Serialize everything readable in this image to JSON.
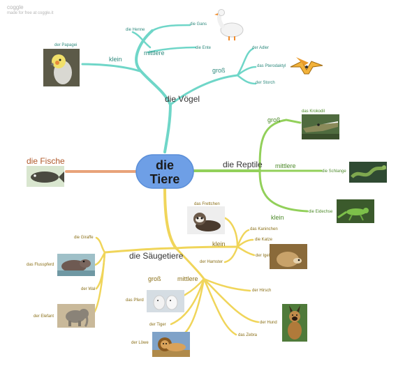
{
  "watermark": {
    "title": "coggle",
    "subtitle": "made for free at coggle.it"
  },
  "colors": {
    "birds": "#6fd6c8",
    "reptiles": "#92d05a",
    "mammals": "#f0d55a",
    "fish": "#e8a37a",
    "root_fill": "#6e9fe6",
    "root_border": "#5a8ed8",
    "text_birds": "#2f8a7e",
    "text_reptiles": "#4d8a2a",
    "text_mammals": "#8a6f17",
    "text_fish": "#b0582a",
    "text_dark": "#333333"
  },
  "root": {
    "label_line1": "die",
    "label_line2": "Tiere"
  },
  "branches": {
    "birds": {
      "label": "die Vögel",
      "sub_small": "klein",
      "sub_medium": "mittlere",
      "sub_big": "groß",
      "parrot": "der Papagei",
      "hen": "die Henne",
      "goose": "die Gans",
      "duck": "die Ente",
      "eagle": "der Adler",
      "pterodactyl": "das Pterodaktyl",
      "stork": "der Storch"
    },
    "reptiles": {
      "label": "die Reptile",
      "sub_big": "groß",
      "sub_medium": "mittlere",
      "sub_small": "klein",
      "crocodile": "das Krokodil",
      "snake": "die Schlange",
      "lizard": "die Eidechse"
    },
    "fish": {
      "label": "die Fische"
    },
    "mammals": {
      "label": "die Säugetiere",
      "sub_small": "klein",
      "sub_big": "groß",
      "sub_medium": "mittlere",
      "ferret": "das Frettchen",
      "rabbit": "das Kaninchen",
      "cat": "die Katze",
      "hedgehog": "der Igel",
      "hamster": "der Hamster",
      "giraffe": "die Giraffe",
      "hippo": "das Flusspferd",
      "whale": "der Wal",
      "elephant": "der Elefant",
      "horse": "das Pferd",
      "tiger": "der Tiger",
      "lion": "der Löwe",
      "deer": "der Hirsch",
      "dog": "der Hund",
      "zebra": "das Zebra"
    }
  }
}
